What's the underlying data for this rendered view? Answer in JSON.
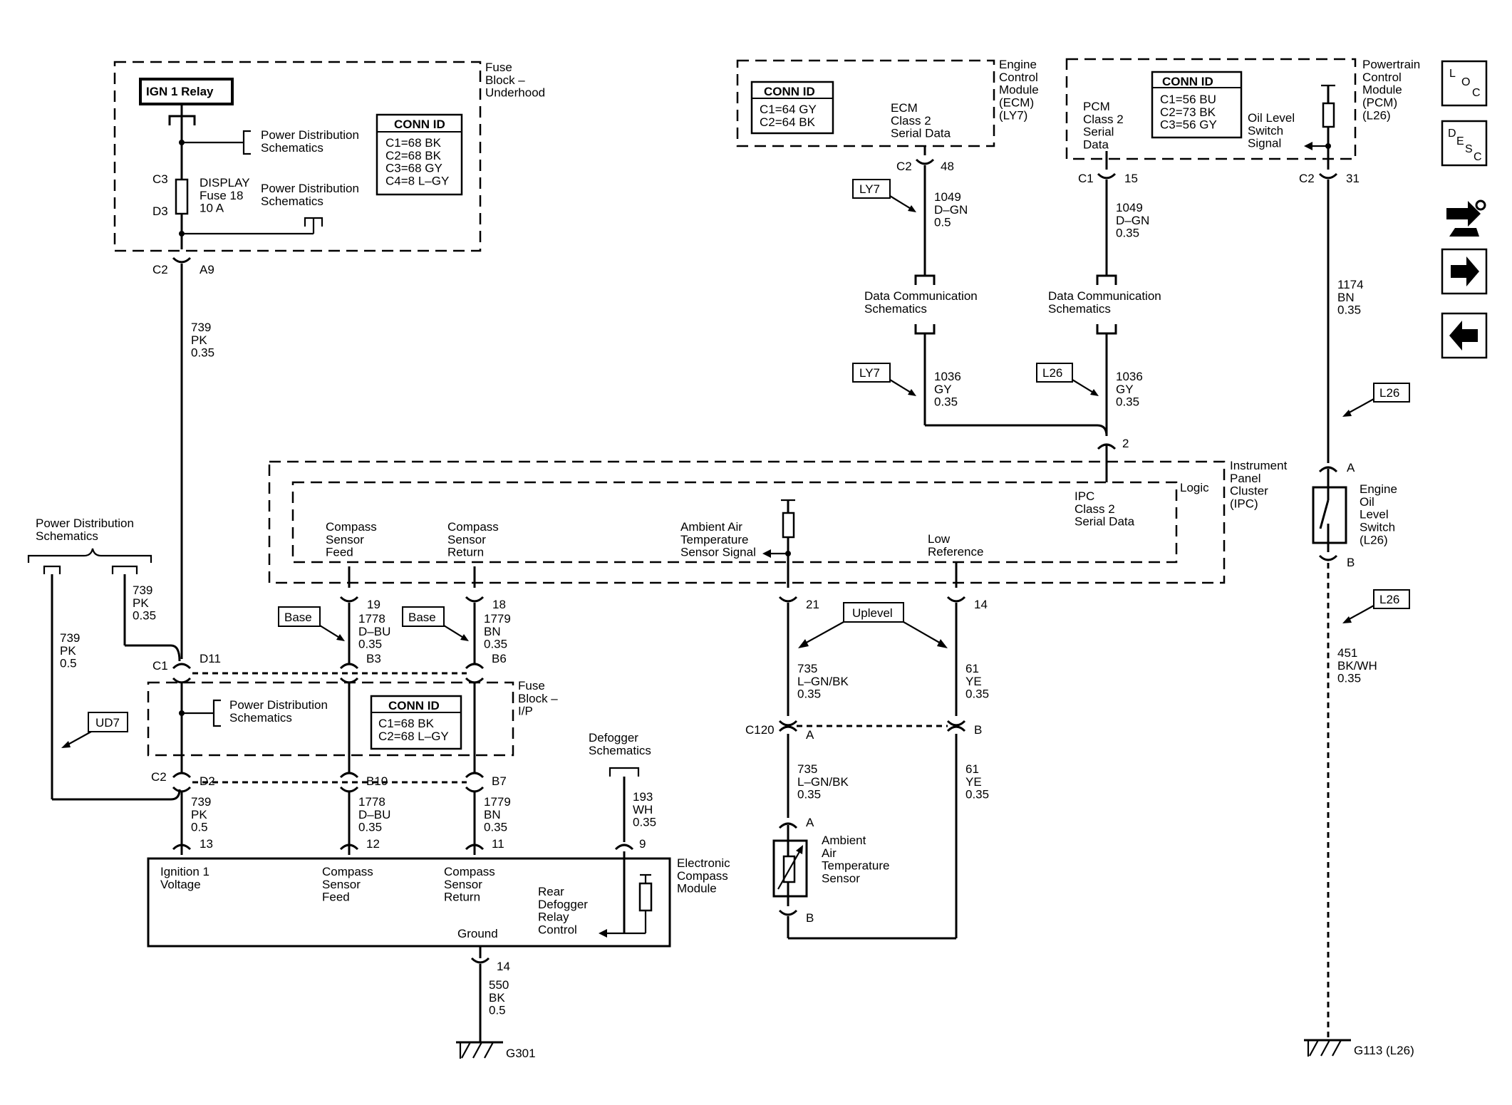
{
  "modules": {
    "fuse_block_underhood": "Fuse\nBlock –\nUnderhood",
    "ecm": "Engine\nControl\nModule\n(ECM)\n(LY7)",
    "pcm": "Powertrain\nControl\nModule\n(PCM)\n(L26)",
    "ipc": "Instrument\nPanel\nCluster\n(IPC)",
    "logic": "Logic",
    "fuse_block_ip": "Fuse\nBlock –\nI/P",
    "electronic_compass_module": "Electronic\nCompass\nModule",
    "ambient_air_temp_sensor": "Ambient\nAir\nTemperature\nSensor",
    "engine_oil_level_switch": "Engine\nOil\nLevel\nSwitch\n(L26)"
  },
  "relay": "IGN 1 Relay",
  "fuse": {
    "pins_top": "C3",
    "pins_bottom": "D3",
    "label": "DISPLAY\nFuse 18\n10 A"
  },
  "conn_ids": {
    "underhood": {
      "title": "CONN ID",
      "lines": [
        "C1=68 BK",
        "C2=68 BK",
        "C3=68 GY",
        "C4=8 L–GY"
      ]
    },
    "ecm": {
      "title": "CONN ID",
      "lines": [
        "C1=64 GY",
        "C2=64 BK"
      ]
    },
    "pcm": {
      "title": "CONN ID",
      "lines": [
        "C1=56 BU",
        "C2=73 BK",
        "C3=56 GY"
      ]
    },
    "ip": {
      "title": "CONN ID",
      "lines": [
        "C1=68 BK",
        "C2=68 L–GY"
      ]
    }
  },
  "schematic_refs": {
    "pd_1": "Power Distribution\nSchematics",
    "pd_2": "Power Distribution\nSchematics",
    "pd_left": "Power Distribution\nSchematics",
    "pd_ip": "Power Distribution\nSchematics",
    "dc_1": "Data Communication\nSchematics",
    "dc_2": "Data Communication\nSchematics",
    "defogger": "Defogger\nSchematics"
  },
  "internal_labels": {
    "ecm_serial": "ECM\nClass 2\nSerial Data",
    "pcm_serial": "PCM\nClass 2\nSerial\nData",
    "oil_level_signal": "Oil Level\nSwitch\nSignal",
    "ipc_serial": "IPC\nClass 2\nSerial Data",
    "compass_feed": "Compass\nSensor\nFeed",
    "compass_return": "Compass\nSensor\nReturn",
    "ambient_signal": "Ambient Air\nTemperature\nSensor Signal",
    "low_reference": "Low\nReference",
    "ecm_ign": "Ignition 1\nVoltage",
    "ecm_feed": "Compass\nSensor\nFeed",
    "ecm_return": "Compass\nSensor\nReturn",
    "rear_defogger": "Rear\nDefogger\nRelay\nControl",
    "ground": "Ground"
  },
  "connectors": {
    "c2_48": [
      "C2",
      "48"
    ],
    "c1_15": [
      "C1",
      "15"
    ],
    "c2_31": [
      "C2",
      "31"
    ],
    "c2_a9": [
      "C2",
      "A9"
    ],
    "ipc_2": "2",
    "sw_a": "A",
    "sw_b": "B",
    "ipc_19": "19",
    "ipc_18": "18",
    "ipc_21": "21",
    "ipc_14": "14",
    "c1_d11": [
      "C1",
      "D11"
    ],
    "c1_b3": "B3",
    "c1_b6": "B6",
    "c2_d2": [
      "C2",
      "D2"
    ],
    "c2_b10": "B10",
    "c2_b7": "B7",
    "ecm_13": "13",
    "ecm_12": "12",
    "ecm_11": "11",
    "ecm_9": "9",
    "ecm_14": "14",
    "c120": "C120",
    "c120_a": "A",
    "c120_b": "B",
    "sensor_a": "A",
    "sensor_b": "B"
  },
  "wires": {
    "w1049a": "1049\nD–GN\n0.5",
    "w1049b": "1049\nD–GN\n0.35",
    "w1174": "1174\nBN\n0.35",
    "w739a": "739\nPK\n0.35",
    "w1036a": "1036\nGY\n0.35",
    "w1036b": "1036\nGY\n0.35",
    "w739b": "739\nPK\n0.35",
    "w739c": "739\nPK\n0.5",
    "w1778a": "1778\nD–BU\n0.35",
    "w1779a": "1779\nBN\n0.35",
    "w735a": "735\nL–GN/BK\n0.35",
    "w61a": "61\nYE\n0.35",
    "w451": "451\nBK/WH\n0.35",
    "w739d": "739\nPK\n0.5",
    "w1778b": "1778\nD–BU\n0.35",
    "w1779b": "1779\nBN\n0.35",
    "w193": "193\nWH\n0.35",
    "w735b": "735\nL–GN/BK\n0.35",
    "w61b": "61\nYE\n0.35",
    "w550": "550\nBK\n0.5"
  },
  "option_flags": {
    "ly7_1": "LY7",
    "ly7_2": "LY7",
    "l26_1": "L26",
    "l26_2": "L26",
    "l26_3": "L26",
    "base_1": "Base",
    "base_2": "Base",
    "ud7": "UD7",
    "uplevel": "Uplevel"
  },
  "grounds": {
    "g301": "G301",
    "g113": "G113 (L26)"
  },
  "nav": {
    "loc": "LOC",
    "desc": "DESC",
    "icons": [
      "loc-icon",
      "desc-icon",
      "harness-icon",
      "next-arrow-icon",
      "prev-arrow-icon"
    ]
  }
}
